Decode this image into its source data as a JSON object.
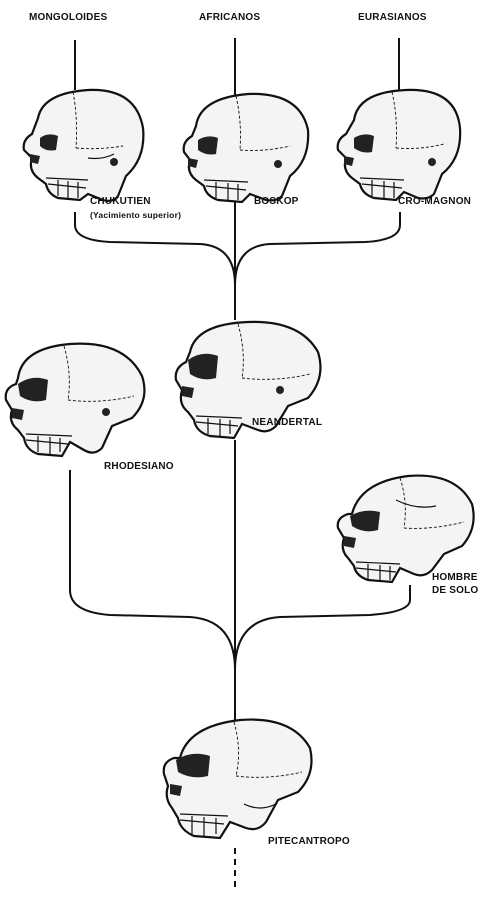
{
  "labels": {
    "mongoloides": "MONGOLOIDES",
    "africanos": "AFRICANOS",
    "eurasianos": "EURASIANOS",
    "chukutien": "CHUKUTIEN",
    "chukutien_sub": "(Yacimiento superior)",
    "boskop": "BOSKOP",
    "cro_magnon": "CRO-MAGNON",
    "rhodesiano": "RHODESIANO",
    "neandertal": "NEANDERTAL",
    "hombre": "HOMBRE",
    "de_solo": "DE SOLO",
    "pitecantropo": "PITECANTROPO"
  }
}
